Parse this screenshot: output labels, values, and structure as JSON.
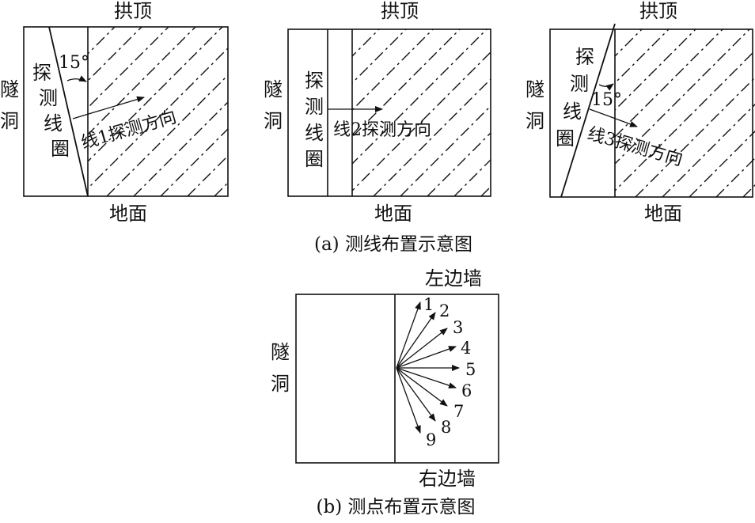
{
  "panel_a": {
    "caption": "(a) 测线布置示意图",
    "top_label": "拱顶",
    "bottom_label": "地面",
    "tunnel_label": [
      "隧",
      "洞"
    ],
    "coil_label": [
      "探",
      "测",
      "线",
      "圈"
    ],
    "angle_label": "15°",
    "line1_label": "线1探测方向",
    "line2_label": "线2探测方向",
    "line3_label": "线3探测方向"
  },
  "panel_b": {
    "caption": "(b) 测点布置示意图",
    "top_label": "左边墙",
    "bottom_label": "右边墙",
    "tunnel_label": [
      "隧",
      "洞"
    ],
    "points": [
      "1",
      "2",
      "3",
      "4",
      "5",
      "6",
      "7",
      "8",
      "9"
    ]
  }
}
